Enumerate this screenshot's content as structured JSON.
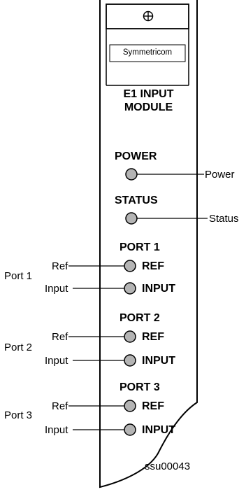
{
  "logo": {
    "text": "Symmetricom"
  },
  "module": {
    "title_line1": "E1 INPUT",
    "title_line2": "MODULE"
  },
  "power": {
    "heading": "POWER",
    "callout": "Power"
  },
  "status": {
    "heading": "STATUS",
    "callout": "Status"
  },
  "ports": [
    {
      "heading": "PORT 1",
      "side_label": "Port 1",
      "ref_label": "REF",
      "ref_callout": "Ref",
      "input_label": "INPUT",
      "input_callout": "Input"
    },
    {
      "heading": "PORT 2",
      "side_label": "Port 2",
      "ref_label": "REF",
      "ref_callout": "Ref",
      "input_label": "INPUT",
      "input_callout": "Input"
    },
    {
      "heading": "PORT 3",
      "side_label": "Port 3",
      "ref_label": "REF",
      "ref_callout": "Ref",
      "input_label": "INPUT",
      "input_callout": "Input"
    }
  ],
  "figure_id": "ssu00043"
}
